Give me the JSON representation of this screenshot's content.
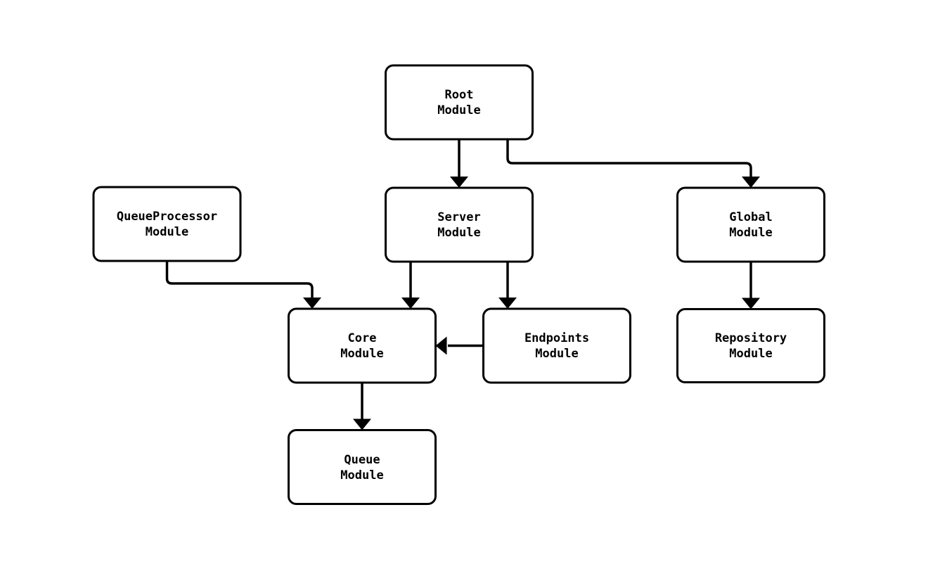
{
  "diagram": {
    "type": "module-dependency-flowchart",
    "background_color": "#ffffff",
    "node_fill": "#ffffff",
    "node_border_color": "#000000",
    "edge_color": "#000000",
    "text_color": "#000000",
    "nodes": {
      "root": {
        "line1": "Root",
        "line2": "Module"
      },
      "queueprocessor": {
        "line1": "QueueProcessor",
        "line2": "Module"
      },
      "server": {
        "line1": "Server",
        "line2": "Module"
      },
      "global": {
        "line1": "Global",
        "line2": "Module"
      },
      "core": {
        "line1": "Core",
        "line2": "Module"
      },
      "endpoints": {
        "line1": "Endpoints",
        "line2": "Module"
      },
      "repository": {
        "line1": "Repository",
        "line2": "Module"
      },
      "queue": {
        "line1": "Queue",
        "line2": "Module"
      }
    },
    "edges": [
      {
        "from": "Root Module",
        "to": "Server Module"
      },
      {
        "from": "Root Module",
        "to": "Global Module"
      },
      {
        "from": "QueueProcessor Module",
        "to": "Core Module"
      },
      {
        "from": "Server Module",
        "to": "Core Module"
      },
      {
        "from": "Server Module",
        "to": "Endpoints Module"
      },
      {
        "from": "Endpoints Module",
        "to": "Core Module"
      },
      {
        "from": "Global Module",
        "to": "Repository Module"
      },
      {
        "from": "Core Module",
        "to": "Queue Module"
      }
    ]
  }
}
